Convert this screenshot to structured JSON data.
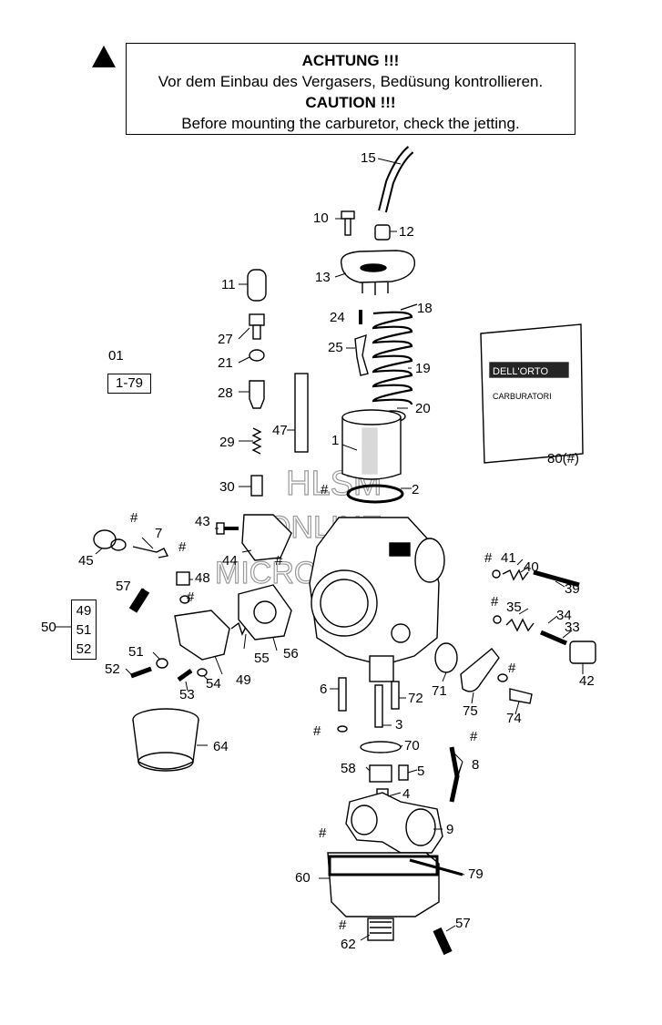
{
  "warning": {
    "title_de": "ACHTUNG !!!",
    "text_de": "Vor dem Einbau des Vergasers, Bedüsung kontrollieren.",
    "title_en": "CAUTION !!!",
    "text_en": "Before mounting the carburetor, check the jetting."
  },
  "reference": {
    "group": "01",
    "page": "1-79"
  },
  "group_50": {
    "label": "50",
    "items": [
      "49",
      "51",
      "52"
    ]
  },
  "watermark": {
    "line1": "HLSM",
    "line2": "ONLINE",
    "line3": "MICROFICHE"
  },
  "packet": {
    "brand": "DELL'ORTO",
    "text": "CARBURATORI"
  },
  "labels": {
    "p15": "15",
    "p10": "10",
    "p12": "12",
    "p13": "13",
    "p11": "11",
    "p18": "18",
    "p24": "24",
    "p27": "27",
    "p25": "25",
    "p21": "21",
    "p19": "19",
    "p28": "28",
    "p20": "20",
    "p47": "47",
    "p1": "1",
    "p29": "29",
    "p80": "80(#)",
    "p30": "30",
    "p2": "2",
    "h_2": "#",
    "p43": "43",
    "h_7": "#",
    "p7": "7",
    "h_7b": "#",
    "p45": "45",
    "p44": "44",
    "h_44": "#",
    "p41": "41",
    "h_41": "#",
    "p40": "40",
    "p57a": "57",
    "p48": "48",
    "h_48": "#",
    "p39": "39",
    "p35": "35",
    "h_35": "#",
    "p34": "34",
    "p33": "33",
    "p51a": "51",
    "p52": "52",
    "p56": "56",
    "p55": "55",
    "p49": "49",
    "p54": "54",
    "p53": "53",
    "p6": "6",
    "p71": "71",
    "p72": "72",
    "p75": "75",
    "h_74": "#",
    "p74": "74",
    "p42": "42",
    "h_6": "#",
    "p3": "3",
    "p64": "64",
    "p70": "70",
    "h_8": "#",
    "p8": "8",
    "p58": "58",
    "p5": "5",
    "p4": "4",
    "p9": "9",
    "h_60": "#",
    "p60": "60",
    "p79": "79",
    "h_62": "#",
    "p62": "62",
    "p57b": "57"
  },
  "colors": {
    "ink": "#000000",
    "paper": "#ffffff",
    "watermark": "#9a9a9a"
  }
}
